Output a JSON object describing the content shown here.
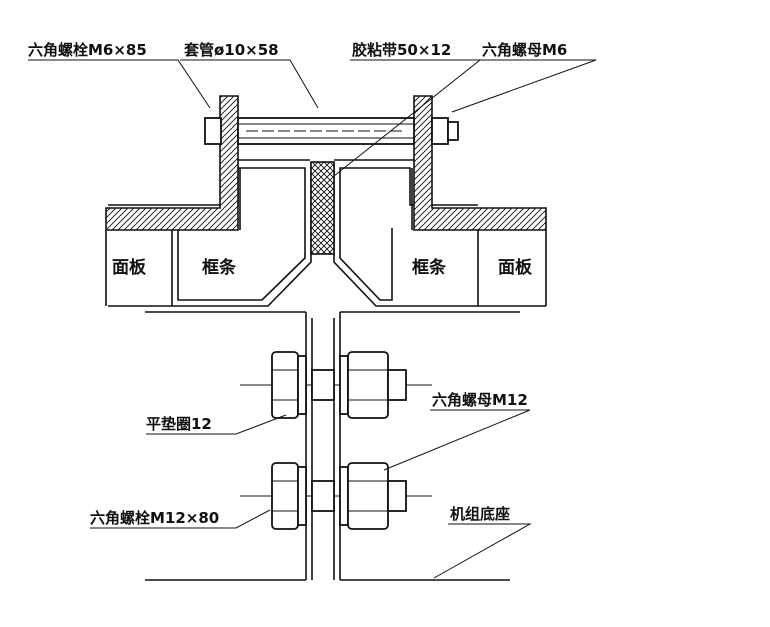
{
  "labels": {
    "bolt_m6": "六角螺栓M6×85",
    "sleeve": "套管ø10×58",
    "tape": "胶粘带50×12",
    "nut_m6": "六角螺母M6",
    "panel_left": "面板",
    "frame_left": "框条",
    "frame_right": "框条",
    "panel_right": "面板",
    "nut_m12": "六角螺母M12",
    "washer": "平垫圈12",
    "bolt_m12": "六角螺栓M12×80",
    "base": "机组底座"
  }
}
